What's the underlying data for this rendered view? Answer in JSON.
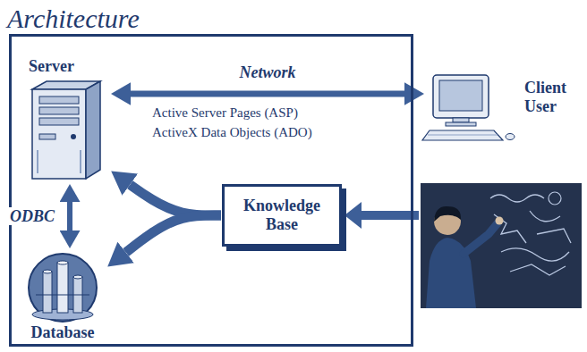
{
  "diagram": {
    "nodes": [
      {
        "text": [
          "Architecture"
        ]
      },
      {
        "text": [
          "Server"
        ],
        "in": 0
      },
      {
        "text": [
          "Client User"
        ]
      },
      {
        "text": [
          "Knowledge Base"
        ],
        "in": 0
      },
      {
        "text": [
          "Database"
        ],
        "in": 0
      }
    ],
    "edges": [
      {
        "from": 1,
        "to": 2,
        "label": "Network",
        "arrow": "both"
      },
      {
        "from": 1,
        "to": 4,
        "label": "ODBC",
        "arrow": "both"
      },
      {
        "from": 3,
        "to": 1,
        "arrow": "to"
      },
      {
        "from": 3,
        "to": 4,
        "arrow": "to"
      }
    ],
    "labels": [
      "Active Server Pages (ASP)",
      "ActiveX Data Objects (ADO)"
    ]
  }
}
